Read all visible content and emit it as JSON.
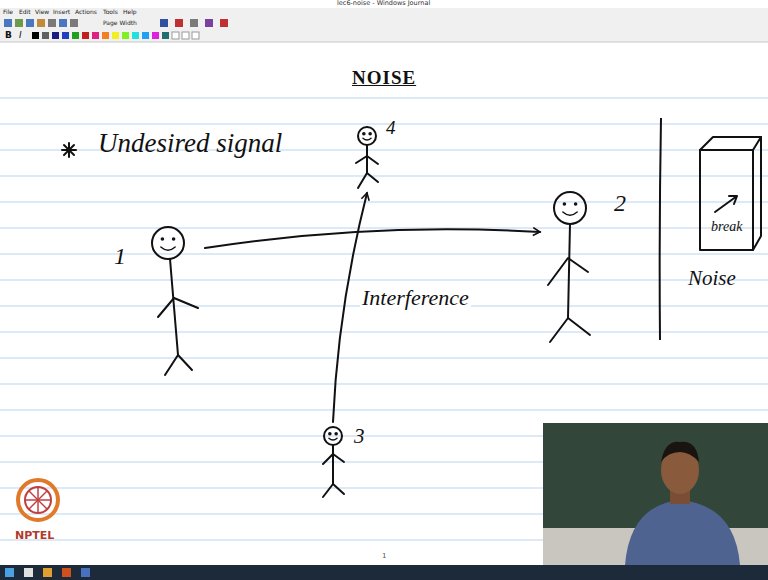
{
  "diagram": {
    "title": "NOISE",
    "nodes": [
      {
        "text": [
          "1"
        ]
      },
      {
        "text": [
          "2"
        ]
      },
      {
        "text": [
          "3"
        ]
      },
      {
        "text": [
          "4"
        ]
      },
      {
        "text": [
          "break"
        ]
      }
    ],
    "edges": [
      {
        "from": 0,
        "to": 1,
        "arrow": "to"
      },
      {
        "from": 2,
        "to": 3,
        "label": "Interference",
        "arrow": "to"
      }
    ],
    "labels": [
      "lec6-noise - Windows Journal",
      "File",
      "Edit",
      "View",
      "Insert",
      "Actions",
      "Tools",
      "Help",
      "Page Width",
      "B",
      "I",
      "Undesired signal",
      "Noise",
      "NPTEL",
      "1"
    ]
  }
}
